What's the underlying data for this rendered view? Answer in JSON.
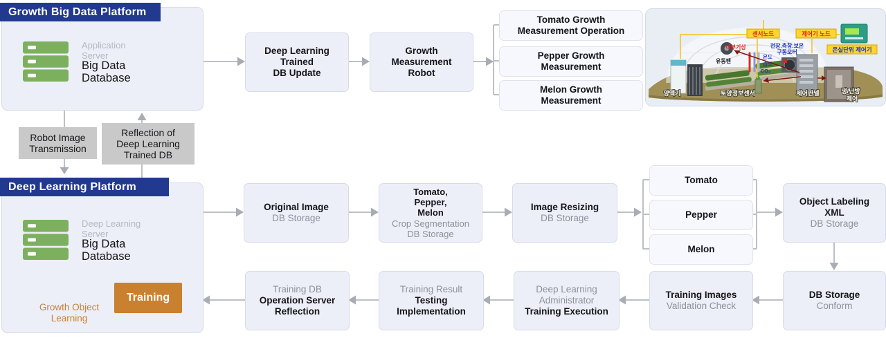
{
  "colors": {
    "navy": "#21398e",
    "box_fill": "#edeff8",
    "white_box_fill": "#f7f8fd",
    "gray_box": "#c9c9c9",
    "server_green": "#7db05e",
    "training_orange": "#c9802f",
    "loop_text_orange": "#cc7f2e",
    "arrow_gray": "#bcc0c6",
    "loop_arrow_slate": "#5c6e74"
  },
  "growth_platform": {
    "header": "Growth Big Data Platform",
    "server_type": "Application\nServer",
    "server_name": "Big Data\nDatabase"
  },
  "top_flow": {
    "db_update": "Deep Learning\nTrained\nDB Update",
    "robot": "Growth\nMeasurement\nRobot",
    "measurements": [
      "Tomato Growth\nMeasurement Operation",
      "Pepper Growth\nMeasurement",
      "Melon Growth\nMeasurement"
    ]
  },
  "transfer": {
    "down": "Robot Image\nTransmission",
    "up": "Reflection of\nDeep Learning\nTrained DB"
  },
  "dl_platform": {
    "header": "Deep Learning Platform",
    "server_type": "Deep Learning\nServer",
    "server_name": "Big Data\nDatabase",
    "training": "Training",
    "loop_label": "Growth Object\nLearning"
  },
  "pipeline": {
    "original_image": {
      "bold": "Original Image",
      "sub": "DB Storage"
    },
    "crop_segmentation": {
      "bold": "Tomato,\nPepper,\nMelon",
      "sub": "Crop Segmentation\nDB Storage"
    },
    "image_resizing": {
      "bold": "Image Resizing",
      "sub": "DB Storage"
    },
    "crops": [
      "Tomato",
      "Pepper",
      "Melon"
    ],
    "object_labeling": {
      "bold": "Object Labeling\nXML",
      "sub": "DB Storage"
    },
    "db_conform": {
      "bold": "DB Storage",
      "sub": "Conform"
    },
    "training_images": {
      "bold": "Training Images",
      "sub": "Validation Check"
    },
    "training_execution": {
      "sub": "Deep Learning\nAdministrator",
      "bold": "Training Execution"
    },
    "testing": {
      "sub": "Training Result",
      "bold": "Testing\nImplementation"
    },
    "operation_reflection": {
      "sub": "Training DB",
      "bold": "Operation Server\nReflection"
    }
  },
  "greenhouse": {
    "sensor_node": "센서노드",
    "controller_node": "제어기 노드",
    "unit_controller": "온실단위 제어기",
    "internal_weather": "내부기상",
    "motor_line1": "천장.측창.보온",
    "motor_line2": "구동모터",
    "temperature": "온도",
    "humidity": "습도",
    "co2": "CO₂",
    "fan": "유동팬",
    "nutrient": "양액기",
    "soil_sensor": "토양정보센서",
    "control_panel": "제어판넬",
    "hvac_line1": "냉/난방",
    "hvac_line2": "제어"
  }
}
